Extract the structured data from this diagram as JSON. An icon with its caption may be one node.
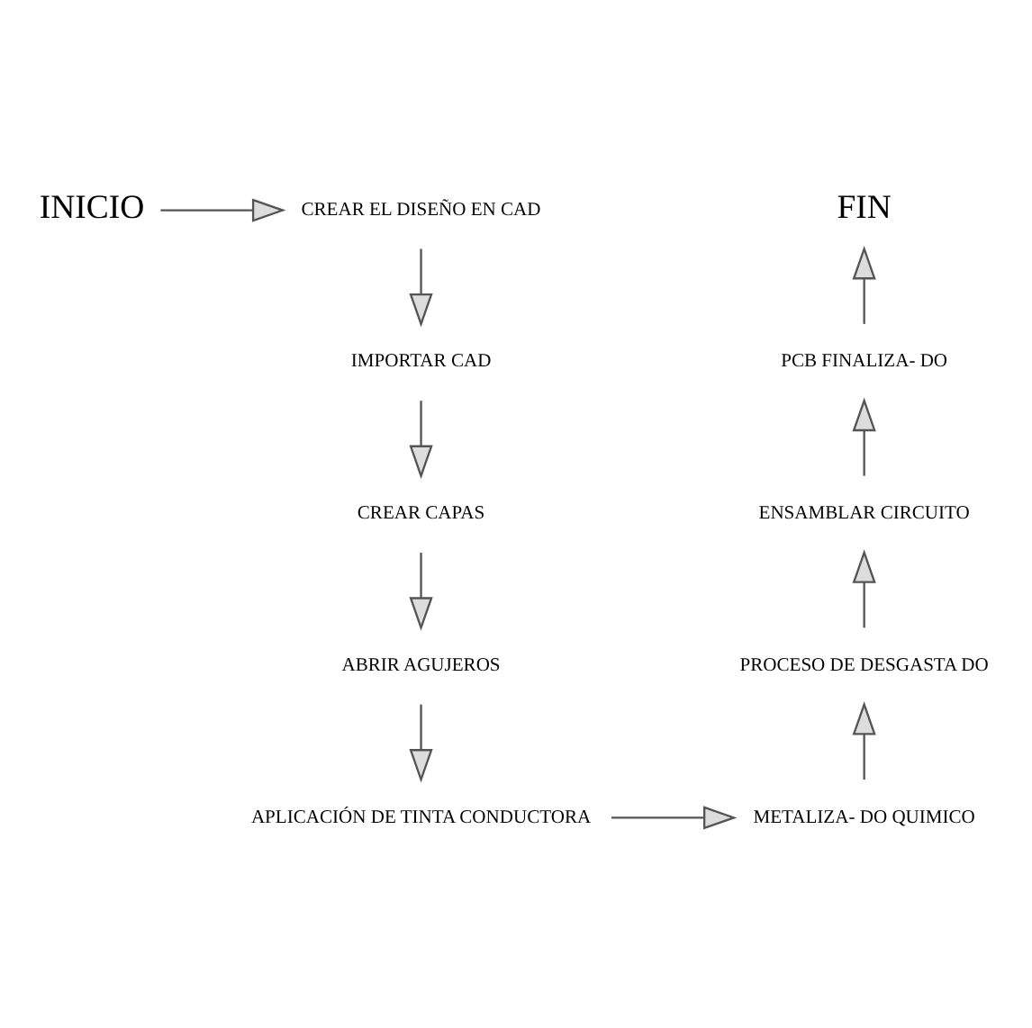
{
  "diagram": {
    "nodes": [
      {
        "text": [
          "INICIO"
        ]
      },
      {
        "text": [
          "CREAR EL DISEÑO EN CAD"
        ]
      },
      {
        "text": [
          "IMPORTAR CAD"
        ]
      },
      {
        "text": [
          "CREAR CAPAS"
        ]
      },
      {
        "text": [
          "ABRIR AGUJEROS"
        ]
      },
      {
        "text": [
          "APLICACIÓN DE TINTA CONDUCTORA"
        ]
      },
      {
        "text": [
          "METALIZA- DO QUIMICO"
        ]
      },
      {
        "text": [
          "PROCESO DE DESGASTA DO"
        ]
      },
      {
        "text": [
          "ENSAMBLAR CIRCUITO"
        ]
      },
      {
        "text": [
          "PCB FINALIZA- DO"
        ]
      },
      {
        "text": [
          "FIN"
        ]
      }
    ],
    "edges": [
      {
        "from": 0,
        "to": 1,
        "arrow": "to"
      },
      {
        "from": 1,
        "to": 2,
        "arrow": "to"
      },
      {
        "from": 2,
        "to": 3,
        "arrow": "to"
      },
      {
        "from": 3,
        "to": 4,
        "arrow": "to"
      },
      {
        "from": 4,
        "to": 5,
        "arrow": "to"
      },
      {
        "from": 5,
        "to": 6,
        "arrow": "to"
      },
      {
        "from": 6,
        "to": 7,
        "arrow": "to"
      },
      {
        "from": 7,
        "to": 8,
        "arrow": "to"
      },
      {
        "from": 8,
        "to": 9,
        "arrow": "to"
      },
      {
        "from": 9,
        "to": 10,
        "arrow": "to"
      }
    ]
  }
}
